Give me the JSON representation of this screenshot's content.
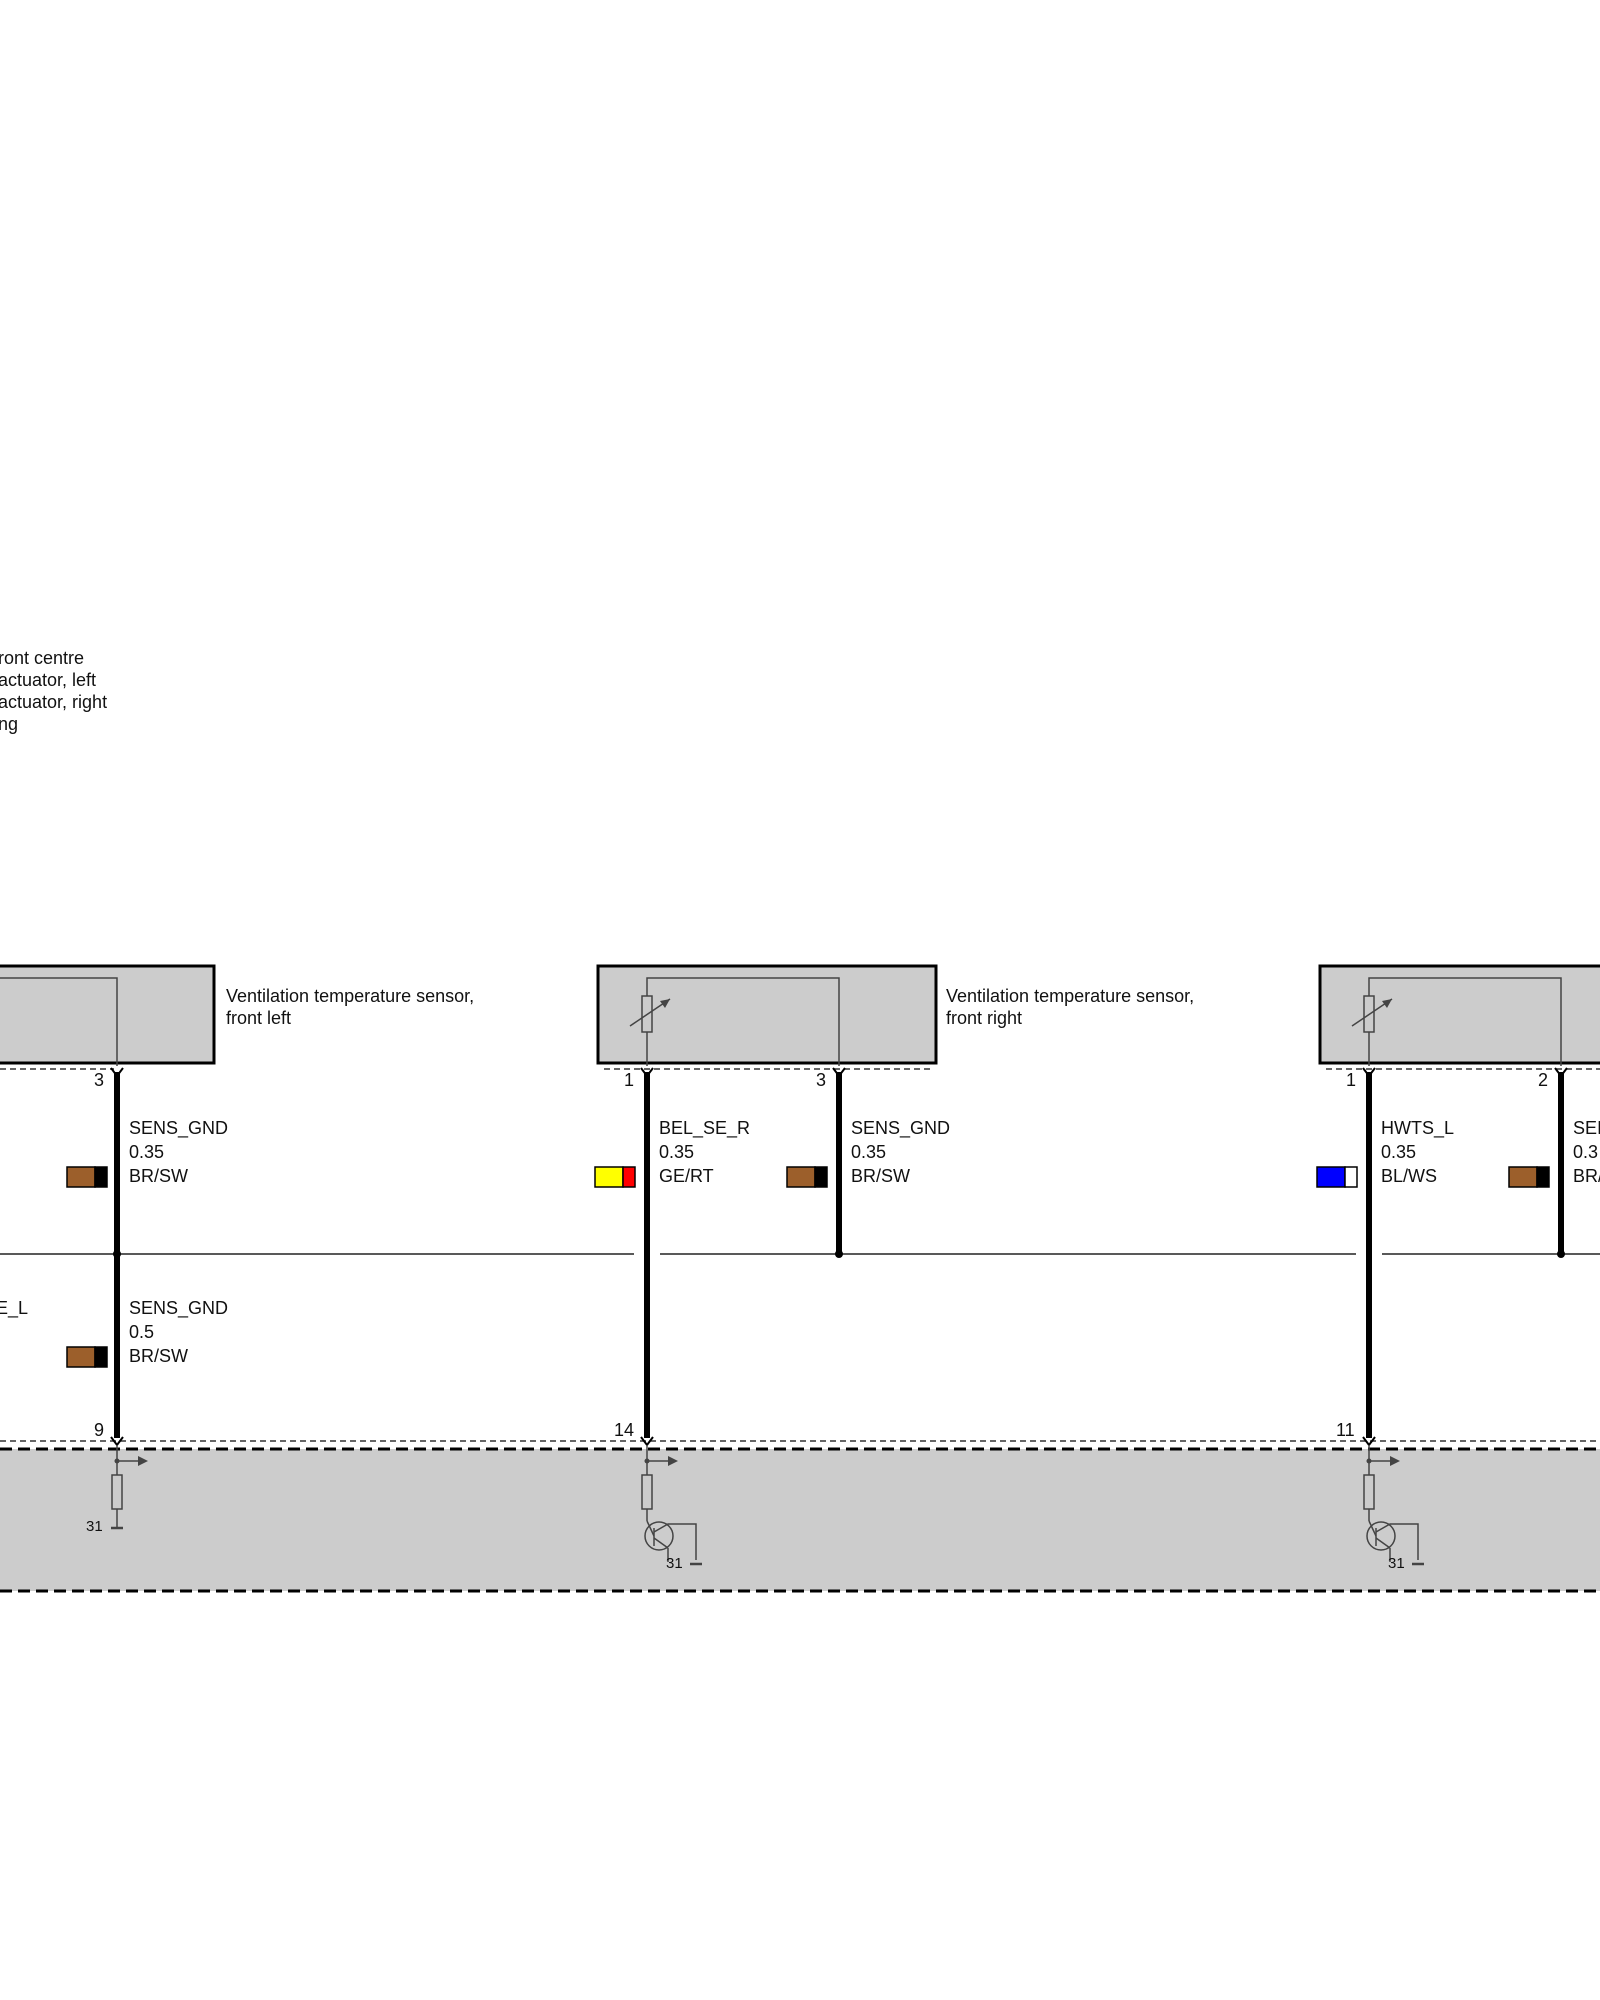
{
  "legend_partial_lines": [
    "ront centre",
    "actuator, left",
    "actuator, right",
    "ng"
  ],
  "components": [
    {
      "name": "Ventilation temperature sensor, front left",
      "lines": [
        "Ventilation temperature sensor,",
        "front left"
      ]
    },
    {
      "name": "Ventilation temperature sensor, front right",
      "lines": [
        "Ventilation temperature sensor,",
        "front right"
      ]
    }
  ],
  "pins": {
    "left_sensor_3": "3",
    "mid_sensor_1": "1",
    "mid_sensor_3": "3",
    "right_sensor_1": "1",
    "right_sensor_2": "2",
    "ecu_9": "9",
    "ecu_14": "14",
    "ecu_11": "11"
  },
  "wires": [
    {
      "id": "w1",
      "signal": "SENS_GND",
      "gauge": "0.35",
      "color_code": "BR/SW",
      "colors": [
        "#9c5f2b",
        "#000000"
      ]
    },
    {
      "id": "w2",
      "signal": "BEL_SE_R",
      "gauge": "0.35",
      "color_code": "GE/RT",
      "colors": [
        "#ffff00",
        "#ff0000"
      ]
    },
    {
      "id": "w3",
      "signal": "SENS_GND",
      "gauge": "0.35",
      "color_code": "BR/SW",
      "colors": [
        "#9c5f2b",
        "#000000"
      ]
    },
    {
      "id": "w4",
      "signal": "HWTS_L",
      "gauge": "0.35",
      "color_code": "BL/WS",
      "colors": [
        "#0000ff",
        "#ffffff"
      ]
    },
    {
      "id": "w5",
      "signal": "SEI",
      "gauge": "0.3",
      "color_code": "BR/",
      "colors": [
        "#9c5f2b",
        "#000000"
      ]
    },
    {
      "id": "w6",
      "signal": "SENS_GND",
      "gauge": "0.5",
      "color_code": "BR/SW",
      "colors": [
        "#9c5f2b",
        "#000000"
      ]
    }
  ],
  "partial_signal_left": "E_L",
  "ground_labels": [
    "31",
    "31",
    "31"
  ],
  "colors": {
    "component_fill": "#cccccc",
    "wire": "#000000",
    "line": "#333333"
  }
}
